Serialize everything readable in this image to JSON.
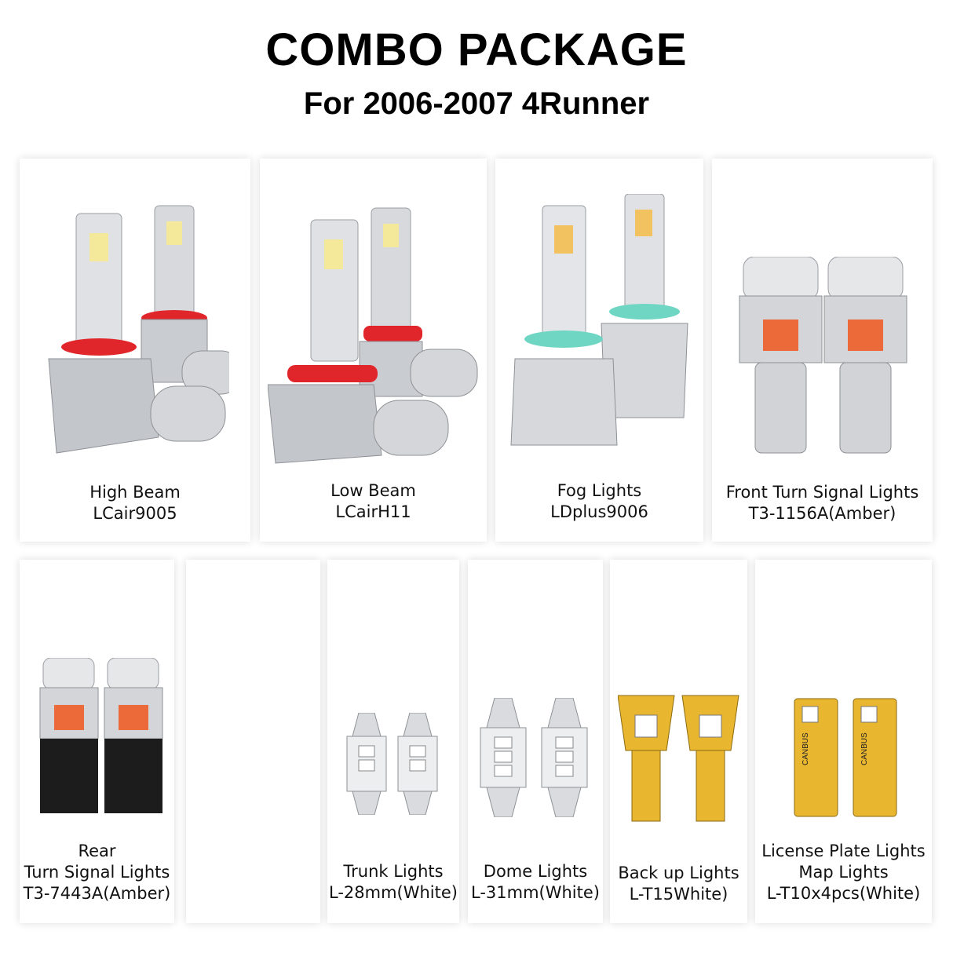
{
  "header": {
    "title": "COMBO PACKAGE",
    "subtitle": "For 2006-2007 4Runner"
  },
  "products": [
    {
      "lines": [
        "High Beam",
        "LCair9005"
      ],
      "image": "headlight-bulb-pair-icon",
      "accent": "#e0262b"
    },
    {
      "lines": [
        "Low Beam",
        "LCairH11"
      ],
      "image": "headlight-bulb-pair-icon",
      "accent": "#e0262b"
    },
    {
      "lines": [
        "Fog Lights",
        "LDplus9006"
      ],
      "image": "fog-bulb-pair-icon",
      "accent": "#6fd6c4"
    },
    {
      "lines": [
        "Front Turn Signal Lights",
        "T3-1156A(Amber)"
      ],
      "image": "turn-signal-bulb-pair-icon",
      "accent": "#ec6a3a"
    },
    {
      "lines": [
        "Rear",
        "Turn Signal Lights",
        "T3-7443A(Amber)"
      ],
      "image": "turn-signal-bulb-pair-icon",
      "accent": "#ec6a3a"
    },
    {
      "lines": [],
      "image": "blank-panel"
    },
    {
      "lines": [
        "Trunk Lights",
        "L-28mm(White)"
      ],
      "image": "festoon-bulb-pair-icon"
    },
    {
      "lines": [
        "Dome  Lights",
        "L-31mm(White)"
      ],
      "image": "festoon-bulb-pair-icon"
    },
    {
      "lines": [
        "Back up Lights",
        "L-T15White)"
      ],
      "image": "wedge-bulb-pair-icon",
      "accent": "#e9b630"
    },
    {
      "lines": [
        "License Plate Lights",
        "Map Lights",
        "L-T10x4pcs(White)"
      ],
      "image": "canbus-bulb-pair-icon",
      "accent": "#e9b630",
      "chip_text": "CANBUS"
    }
  ]
}
